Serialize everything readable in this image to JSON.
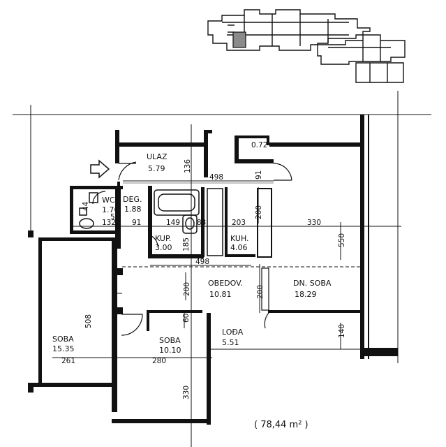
{
  "rooms": {
    "ulaz": {
      "name": "ULAZ",
      "area": "5.79"
    },
    "wc": {
      "name": "WC",
      "area": "1.70"
    },
    "deg": {
      "name": "DEG.",
      "area": "1.88"
    },
    "kup": {
      "name": "KUP.",
      "area": "3.00"
    },
    "kuh": {
      "name": "KUH.",
      "area": "4.06"
    },
    "obedov": {
      "name": "OBEDOV.",
      "area": "10.81"
    },
    "dn_soba": {
      "name": "DN. SOBA",
      "area": "18.29"
    },
    "soba1": {
      "name": "SOBA",
      "area": "15.35"
    },
    "soba2": {
      "name": "SOBA",
      "area": "10.10"
    },
    "loda": {
      "name": "LOĐA",
      "area": "5.51"
    }
  },
  "dimensions": {
    "d136": "136",
    "d498_top": "498",
    "d91_top": "91",
    "d072": "0.72",
    "d200_kuh": "200",
    "d44": "44",
    "d132": "132",
    "d91_left": "91",
    "d149": "149",
    "d83": "83",
    "d203": "203",
    "d330_mid": "330",
    "d550": "550",
    "d185": "185",
    "d498_mid": "498",
    "d200_obed": "200",
    "d200_mid": "200",
    "d508": "508",
    "d60": "60",
    "d140": "140",
    "d261": "261",
    "d280": "280",
    "d330_bottom": "330",
    "d5": "5"
  },
  "total_area": "( 78,44 m² )",
  "icons": [
    "entrance-arrow-icon",
    "bathtub-icon",
    "toilet-icon",
    "sink-icon"
  ]
}
